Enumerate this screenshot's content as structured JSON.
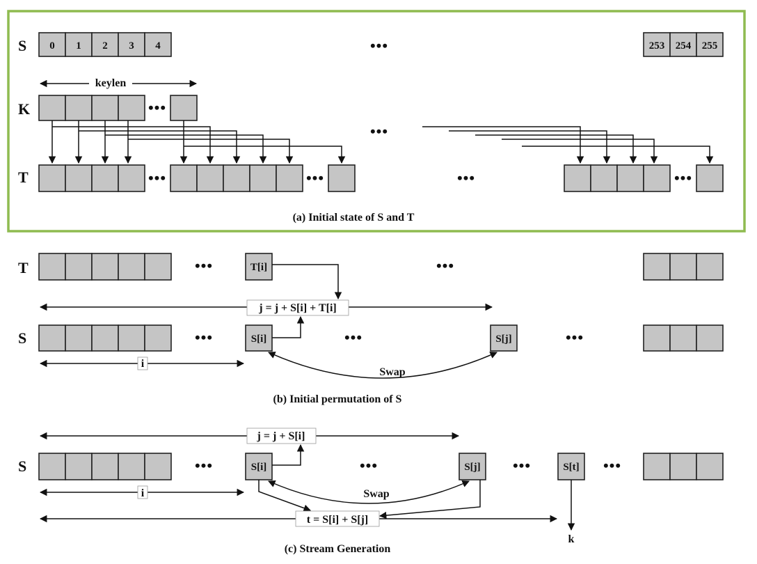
{
  "colors": {
    "frame": "#8fbb50",
    "cell_fill": "#c5c5c5",
    "line": "#111111"
  },
  "panel_a": {
    "row_s": "S",
    "row_k": "K",
    "row_t": "T",
    "s_cells_left": [
      "0",
      "1",
      "2",
      "3",
      "4"
    ],
    "s_cells_right": [
      "253",
      "254",
      "255"
    ],
    "keylen": "keylen",
    "dots": "•••",
    "caption": "(a) Initial state of S and T"
  },
  "panel_b": {
    "row_t": "T",
    "row_s": "S",
    "t_i": "T[i]",
    "s_i": "S[i]",
    "s_j": "S[j]",
    "equation": "j = j + S[i] + T[i]",
    "swap": "Swap",
    "index_i": "i",
    "dots": "•••",
    "caption": "(b) Initial permutation of S"
  },
  "panel_c": {
    "row_s": "S",
    "s_i": "S[i]",
    "s_j": "S[j]",
    "s_t": "S[t]",
    "equation_j": "j = j + S[i]",
    "equation_t": "t = S[i] + S[j]",
    "swap": "Swap",
    "index_i": "i",
    "k": "k",
    "dots": "•••",
    "caption": "(c) Stream Generation"
  }
}
